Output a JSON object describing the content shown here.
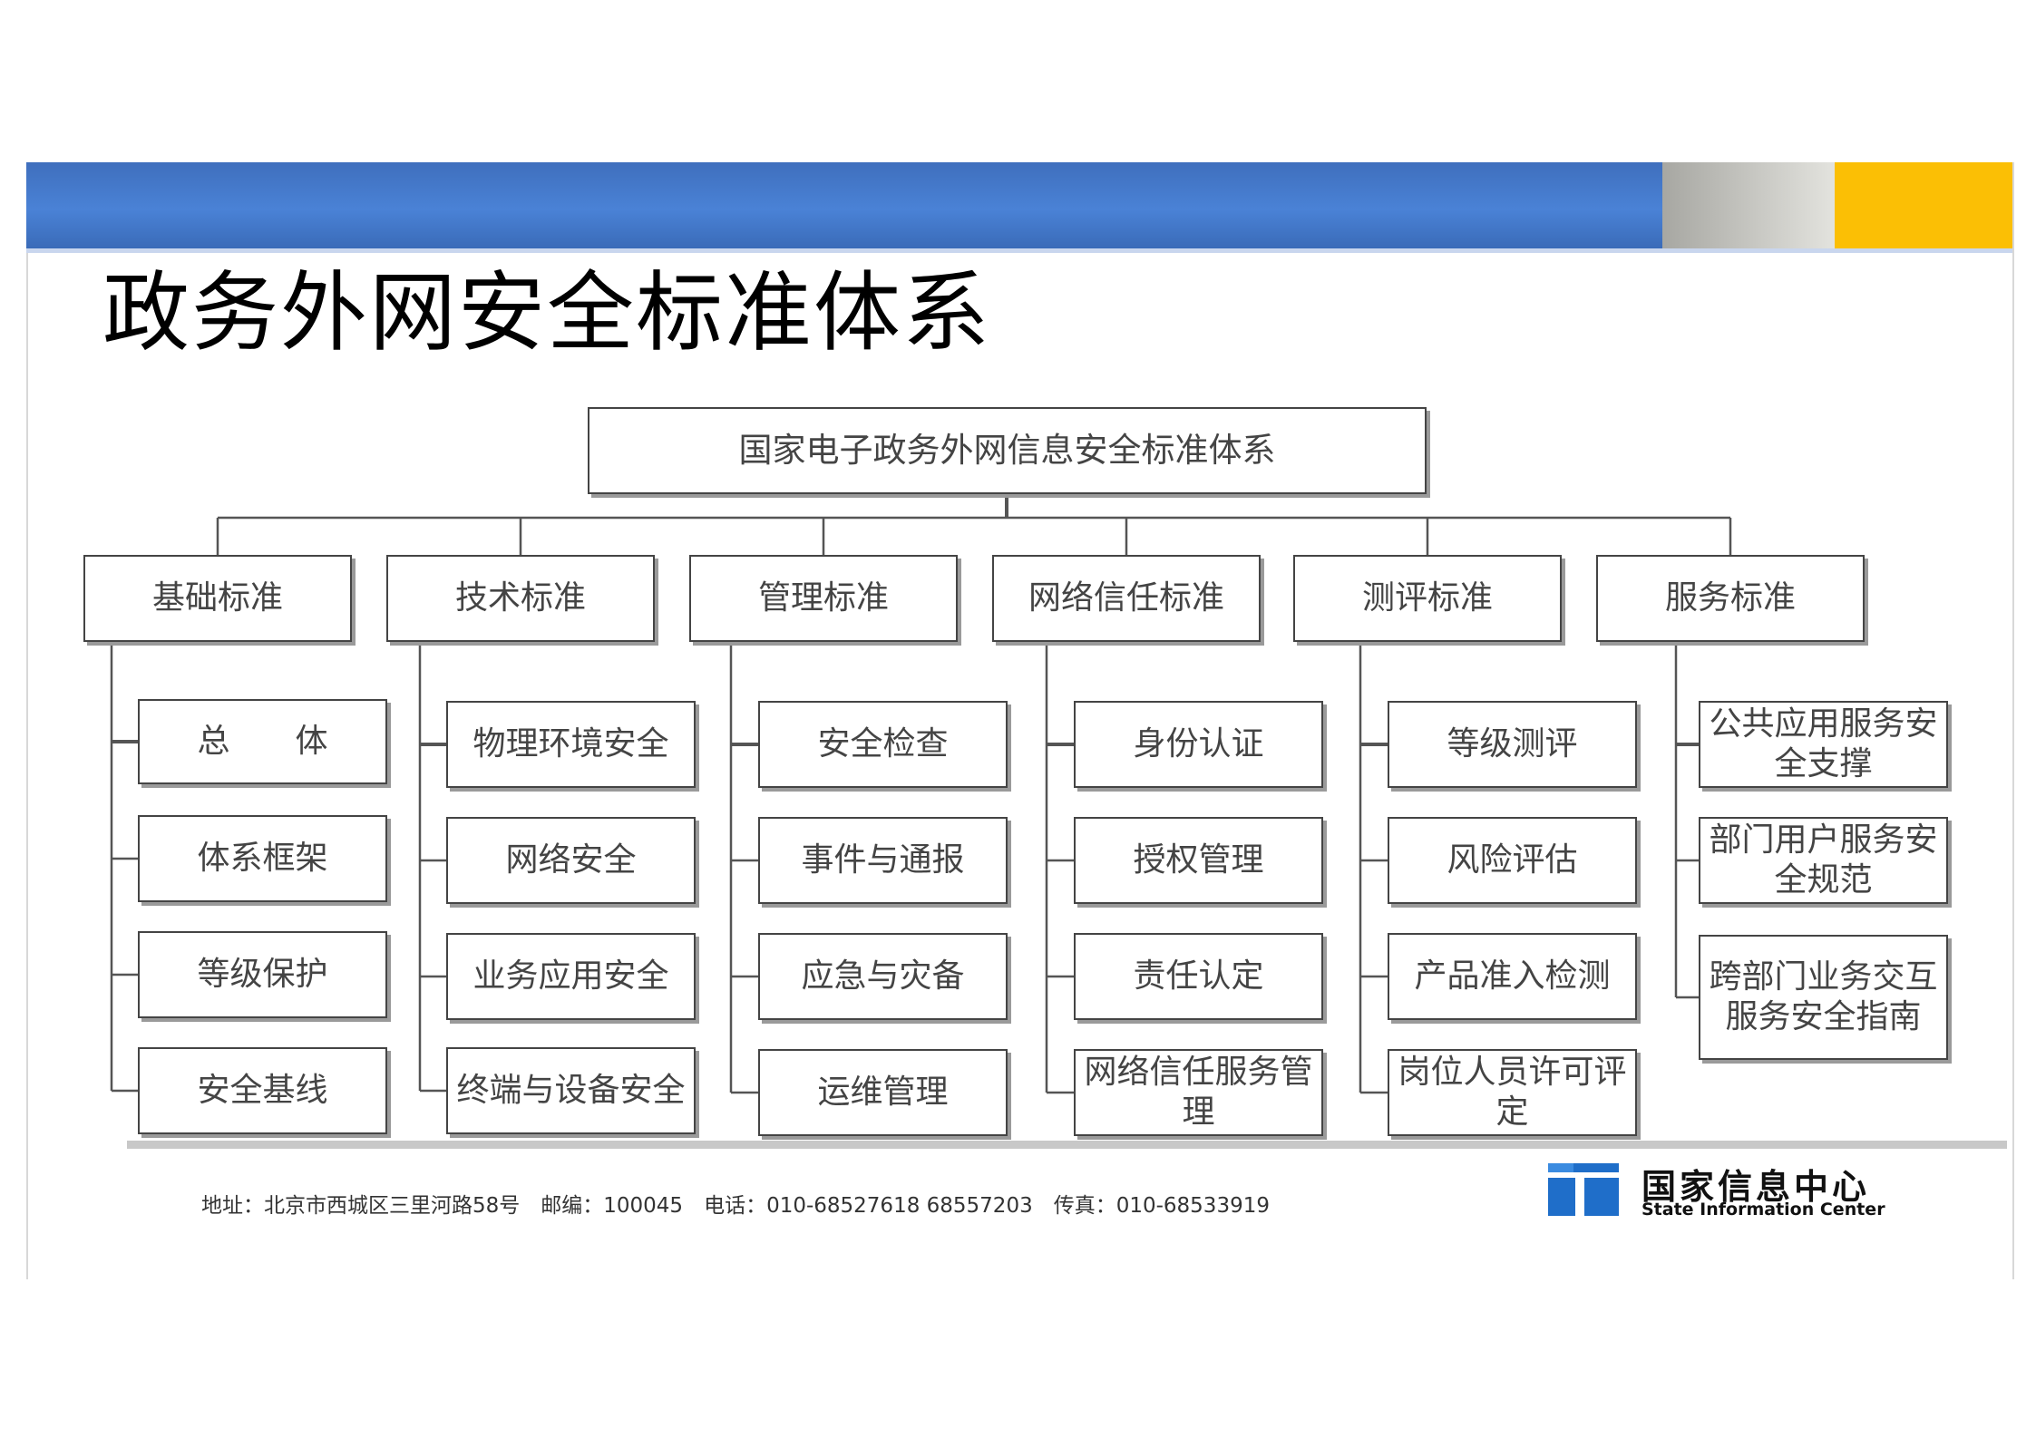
{
  "slide": {
    "title": "政务外网安全标准体系",
    "colors": {
      "header_blue": "#4a82d6",
      "header_gold": "#fbbf05",
      "box_border": "#444444"
    }
  },
  "diagram": {
    "root": "国家电子政务外网信息安全标准体系",
    "categories": [
      {
        "label": "基础标准",
        "items": [
          "总　　体",
          "体系框架",
          "等级保护",
          "安全基线"
        ]
      },
      {
        "label": "技术标准",
        "items": [
          "物理环境安全",
          "网络安全",
          "业务应用安全",
          "终端与设备安全"
        ]
      },
      {
        "label": "管理标准",
        "items": [
          "安全检查",
          "事件与通报",
          "应急与灾备",
          "运维管理"
        ]
      },
      {
        "label": "网络信任标准",
        "items": [
          "身份认证",
          "授权管理",
          "责任认定",
          "网络信任服务管理"
        ]
      },
      {
        "label": "测评标准",
        "items": [
          "等级测评",
          "风险评估",
          "产品准入检测",
          "岗位人员许可评定"
        ]
      },
      {
        "label": "服务标准",
        "items": [
          "公共应用服务安全支撑",
          "部门用户服务安全规范",
          "跨部门业务交互服务安全指南"
        ]
      }
    ]
  },
  "footer": {
    "address": "地址：北京市西城区三里河路58号　邮编：100045　电话：010-68527618  68557203　传真：010-68533919",
    "org_name": "国家信息中心",
    "org_name_en": "State Information Center",
    "logo_icon": "state-information-center-logo"
  }
}
